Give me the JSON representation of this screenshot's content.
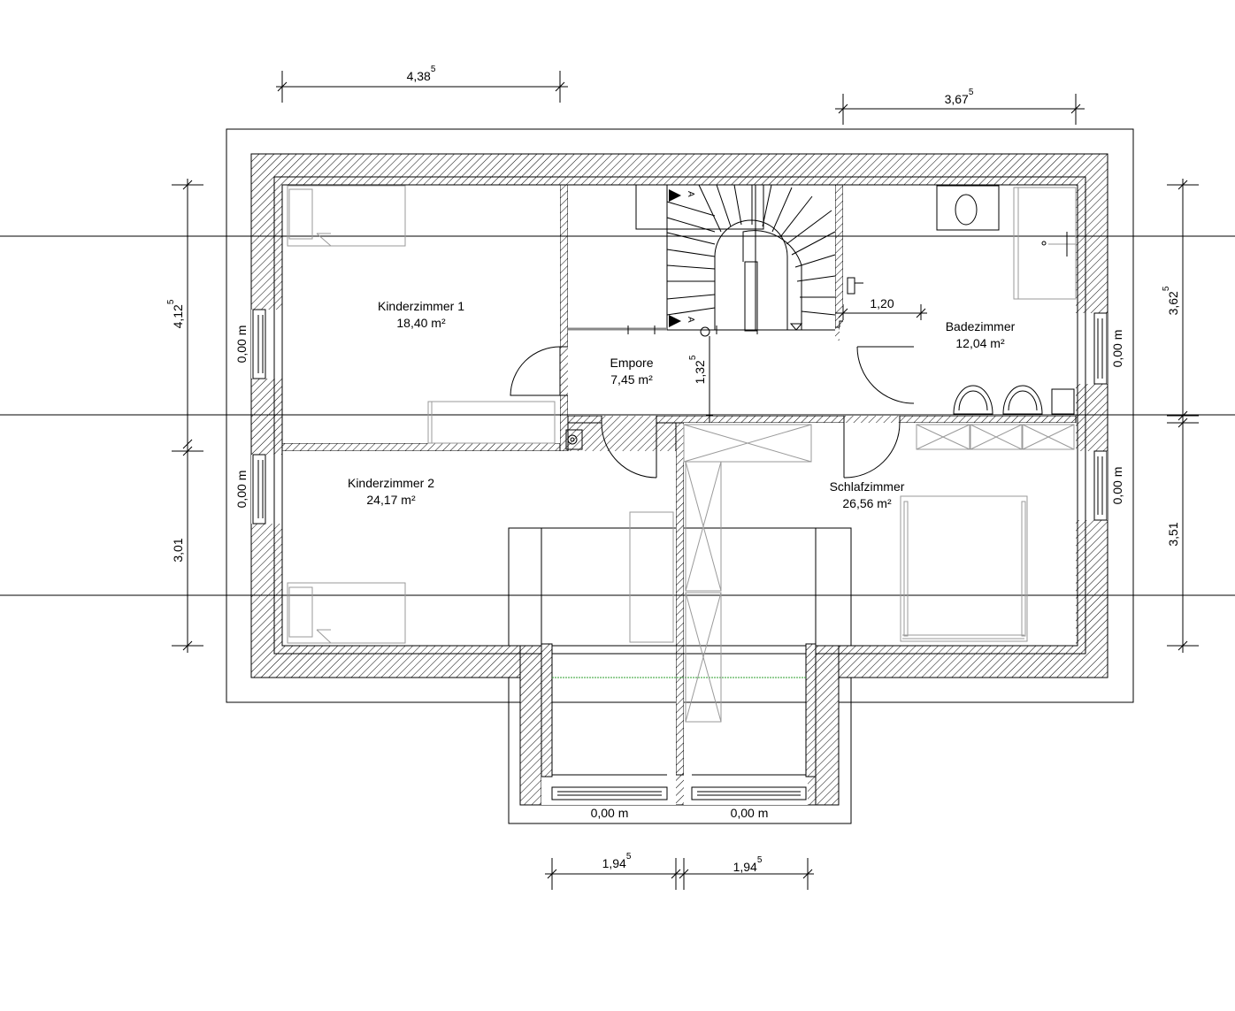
{
  "rooms": {
    "kinderzimmer1": {
      "name": "Kinderzimmer 1",
      "area": "18,40 m²"
    },
    "kinderzimmer2": {
      "name": "Kinderzimmer 2",
      "area": "24,17 m²"
    },
    "empore": {
      "name": "Empore",
      "area": "7,45 m²"
    },
    "badezimmer": {
      "name": "Badezimmer",
      "area": "12,04 m²"
    },
    "schlafzimmer": {
      "name": "Schlafzimmer",
      "area": "26,56 m²"
    }
  },
  "dimensions": {
    "top_left": {
      "value": "4,38",
      "sup": "5"
    },
    "top_right": {
      "value": "3,67",
      "sup": "5"
    },
    "left_upper": {
      "value": "4,12",
      "sup": "5"
    },
    "left_lower": {
      "value": "3,01"
    },
    "right_upper": {
      "value": "3,62",
      "sup": "5"
    },
    "right_lower": {
      "value": "3,51"
    },
    "bottom_left": {
      "value": "1,94",
      "sup": "5"
    },
    "bottom_right": {
      "value": "1,94",
      "sup": "5"
    },
    "stair_height": {
      "value": "1,32",
      "sup": "5"
    },
    "bath_width": {
      "value": "1,20"
    }
  },
  "window_labels": {
    "left_upper": "0,00 m",
    "left_lower": "0,00 m",
    "right_upper": "0,00 m",
    "right_lower": "0,00 m",
    "bottom_left": "0,00 m",
    "bottom_right": "0,00 m"
  },
  "stair_marks": {
    "top": "A",
    "bottom": "A"
  },
  "colors": {
    "lines": "#000000",
    "furniture": "#9a9a9a",
    "ridge": "#2e9e2e"
  }
}
